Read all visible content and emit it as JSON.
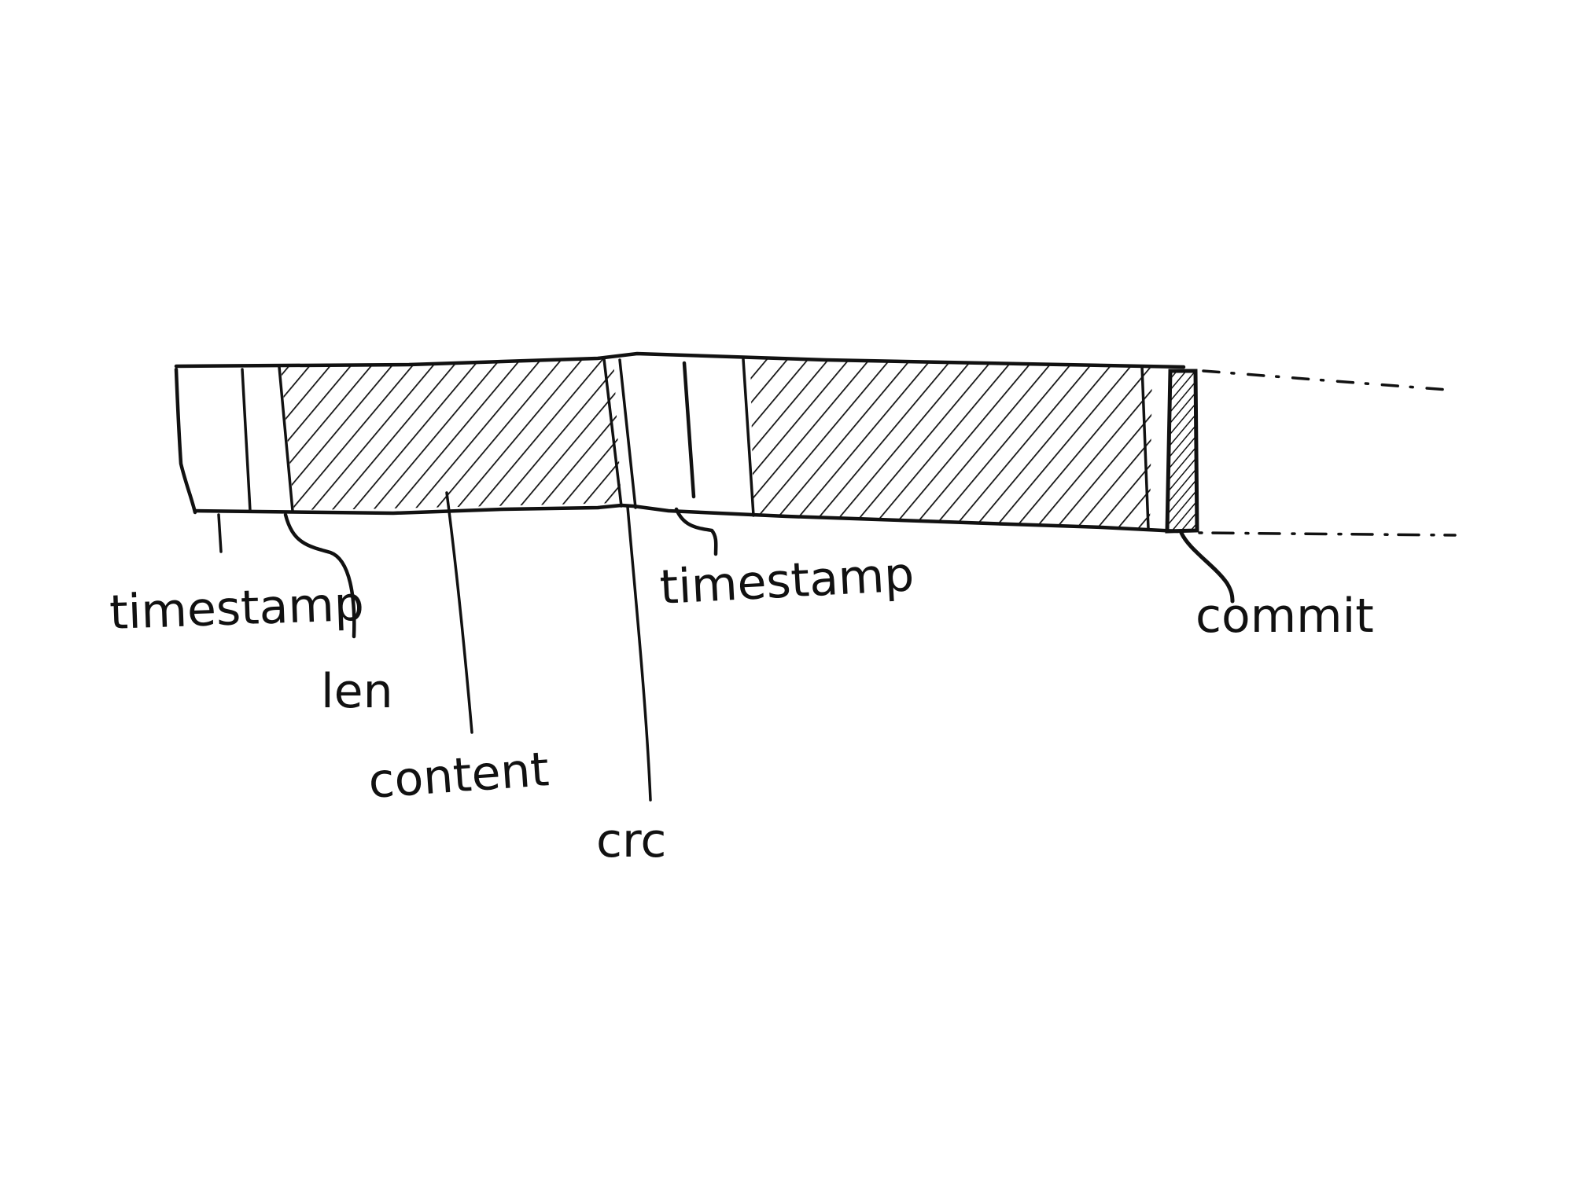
{
  "diagram": {
    "labels": {
      "timestamp_1": "timestamp",
      "len": "len",
      "content": "content",
      "crc": "crc",
      "timestamp_2": "timestamp",
      "commit": "commit"
    },
    "ink_color": "#111111",
    "background_color": "#ffffff"
  }
}
